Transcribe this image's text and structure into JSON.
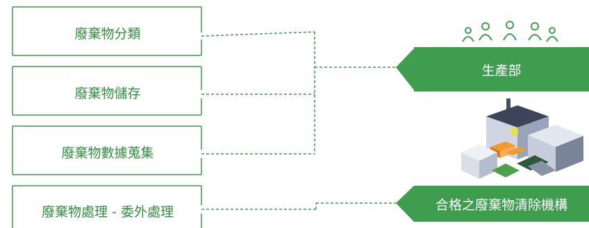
{
  "tasks": [
    {
      "label": "廢棄物分類"
    },
    {
      "label": "廢棄物儲存"
    },
    {
      "label": "廢棄物數據蒐集"
    },
    {
      "label": "廢棄物處理 - 委外處理"
    }
  ],
  "responsible": [
    {
      "label": "生產部"
    },
    {
      "label": "合格之廢棄物清除機構"
    }
  ],
  "colors": {
    "accent": "#3f9d4f",
    "text": "#2f8f3e",
    "line": "#3a9a48"
  },
  "icons": {
    "people": "people-group-icon",
    "factory": "recycling-factory-icon"
  }
}
